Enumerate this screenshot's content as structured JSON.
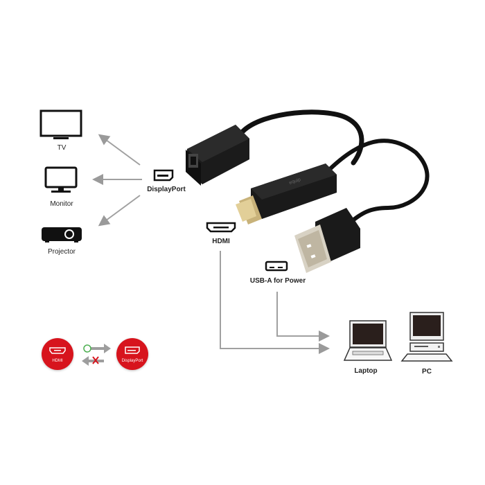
{
  "devices_left": [
    {
      "label": "TV",
      "icon": "tv-icon"
    },
    {
      "label": "Monitor",
      "icon": "monitor-icon"
    },
    {
      "label": "Projector",
      "icon": "projector-icon"
    }
  ],
  "ports": {
    "displayport": {
      "label": "DisplayPort",
      "icon": "displayport-icon"
    },
    "hdmi": {
      "label": "HDMI",
      "icon": "hdmi-icon"
    },
    "usb": {
      "label": "USB-A for Power",
      "icon": "usb-a-icon"
    }
  },
  "devices_right": [
    {
      "label": "Laptop",
      "icon": "laptop-icon"
    },
    {
      "label": "PC",
      "icon": "pc-icon"
    }
  ],
  "product": {
    "brand": "equip",
    "description": "HDMI to DisplayPort adapter cable with USB-A power"
  },
  "direction_badges": {
    "source": {
      "label": "HDMI"
    },
    "target": {
      "label": "DisplayPort"
    },
    "forward": "supported",
    "reverse": "not supported",
    "colors": {
      "badge": "#d7141d",
      "ok": "#4caf50",
      "no": "#d7141d",
      "arrow": "#9e9e9e"
    }
  }
}
